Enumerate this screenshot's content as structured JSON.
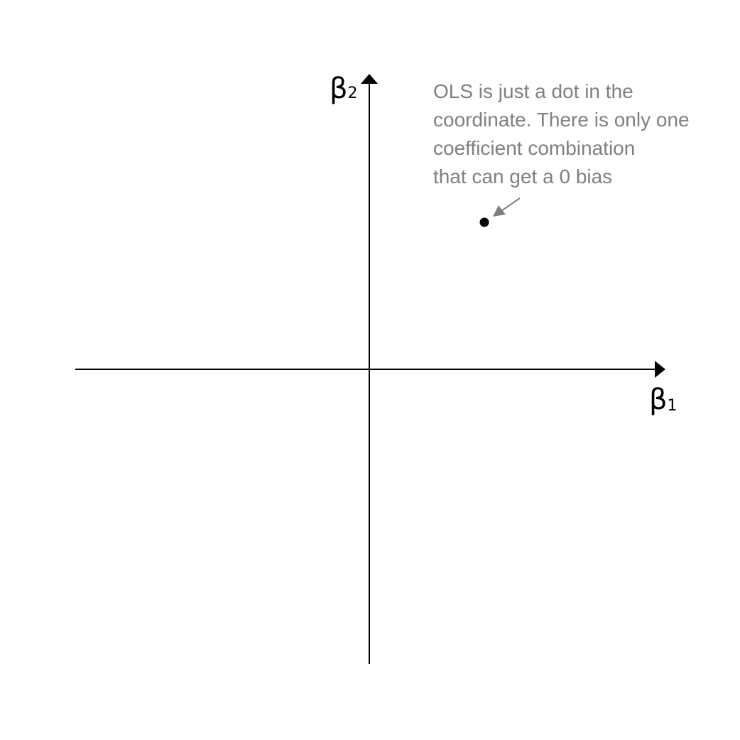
{
  "axes": {
    "x_label": "β",
    "x_subscript": "1",
    "y_label": "β",
    "y_subscript": "2",
    "color": "#000000"
  },
  "point": {
    "name": "OLS",
    "color": "#000000"
  },
  "annotation": {
    "lines": [
      "OLS is just a dot in the",
      "coordinate. There is only one",
      "coefficient combination",
      "that can get a 0 bias"
    ],
    "color": "#808080"
  }
}
